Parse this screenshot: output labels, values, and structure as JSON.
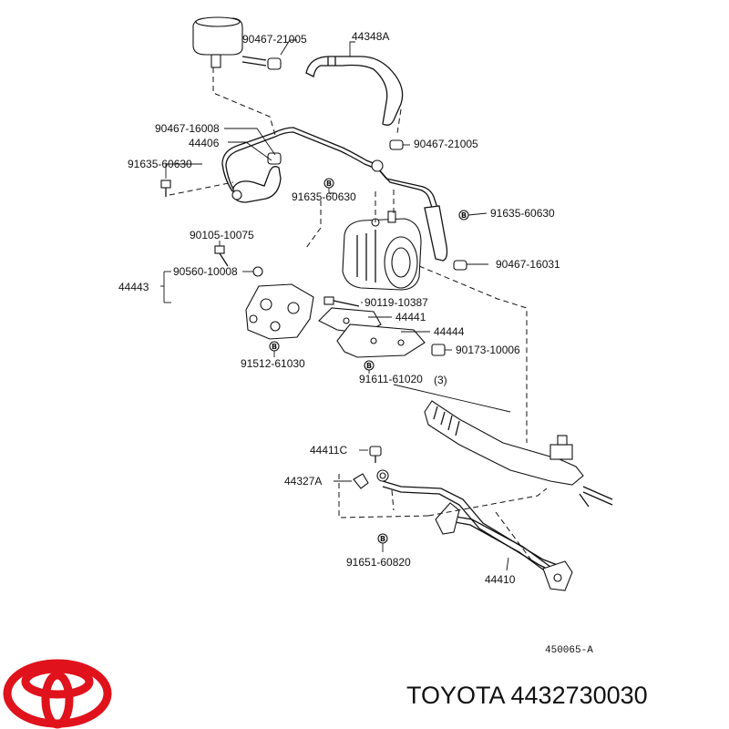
{
  "diagram": {
    "labels": {
      "p90467_21005_top": "90467-21005",
      "p44348A": "44348A",
      "p90467_16008": "90467-16008",
      "p44406": "44406",
      "p91635_60630_left": "91635-60630",
      "p90467_21005_mid": "90467-21005",
      "p91635_60630_mid": "91635-60630",
      "p91635_60630_right": "91635-60630",
      "p90105_10075": "90105-10075",
      "p90560_10008": "90560-10008",
      "p44443": "44443",
      "p90467_16031": "90467-16031",
      "p90119_10387": "90119-10387",
      "p44441": "44441",
      "p44444": "44444",
      "p90173_10006": "90173-10006",
      "p91512_61030": "91512-61030",
      "p91611_61020": "91611-61020",
      "qty3": "(3)",
      "p44411C": "44411C",
      "p44327A": "44327A",
      "p91651_60820": "91651-60820",
      "p44410": "44410"
    },
    "bmark": "B",
    "ref_code": "450065-A"
  },
  "brand": {
    "part_caption": "TOYOTA 4432730030",
    "logo_color": "#e0121b"
  }
}
